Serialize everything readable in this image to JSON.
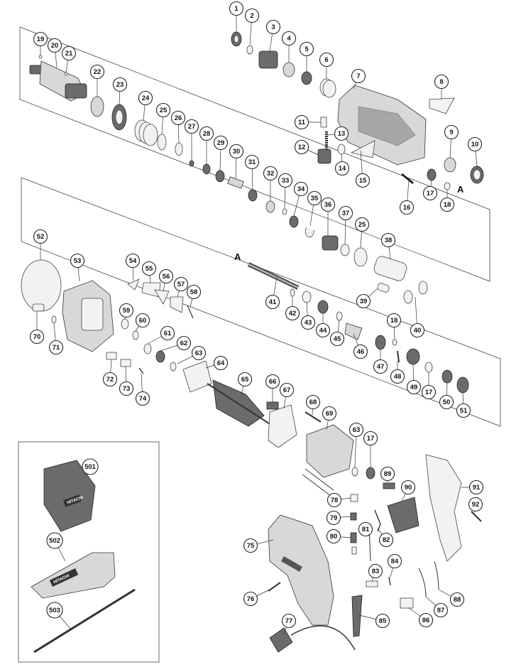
{
  "diagram": {
    "section_marker": "A",
    "brand_text": "HITACHI",
    "callouts": [
      "1",
      "2",
      "3",
      "4",
      "5",
      "6",
      "7",
      "8",
      "9",
      "10",
      "11",
      "12",
      "13",
      "14",
      "15",
      "16",
      "17",
      "18",
      "19",
      "20",
      "21",
      "22",
      "23",
      "24",
      "25",
      "26",
      "27",
      "28",
      "29",
      "30",
      "31",
      "32",
      "33",
      "34",
      "35",
      "36",
      "37",
      "38",
      "39",
      "40",
      "41",
      "42",
      "43",
      "44",
      "45",
      "46",
      "47",
      "48",
      "49",
      "50",
      "51",
      "52",
      "53",
      "54",
      "55",
      "56",
      "57",
      "58",
      "59",
      "60",
      "61",
      "62",
      "63",
      "64",
      "65",
      "66",
      "67",
      "68",
      "69",
      "70",
      "71",
      "72",
      "73",
      "74",
      "75",
      "76",
      "77",
      "78",
      "79",
      "80",
      "81",
      "82",
      "83",
      "84",
      "85",
      "86",
      "87",
      "88",
      "89",
      "90",
      "91",
      "92",
      "501",
      "502",
      "503"
    ]
  }
}
